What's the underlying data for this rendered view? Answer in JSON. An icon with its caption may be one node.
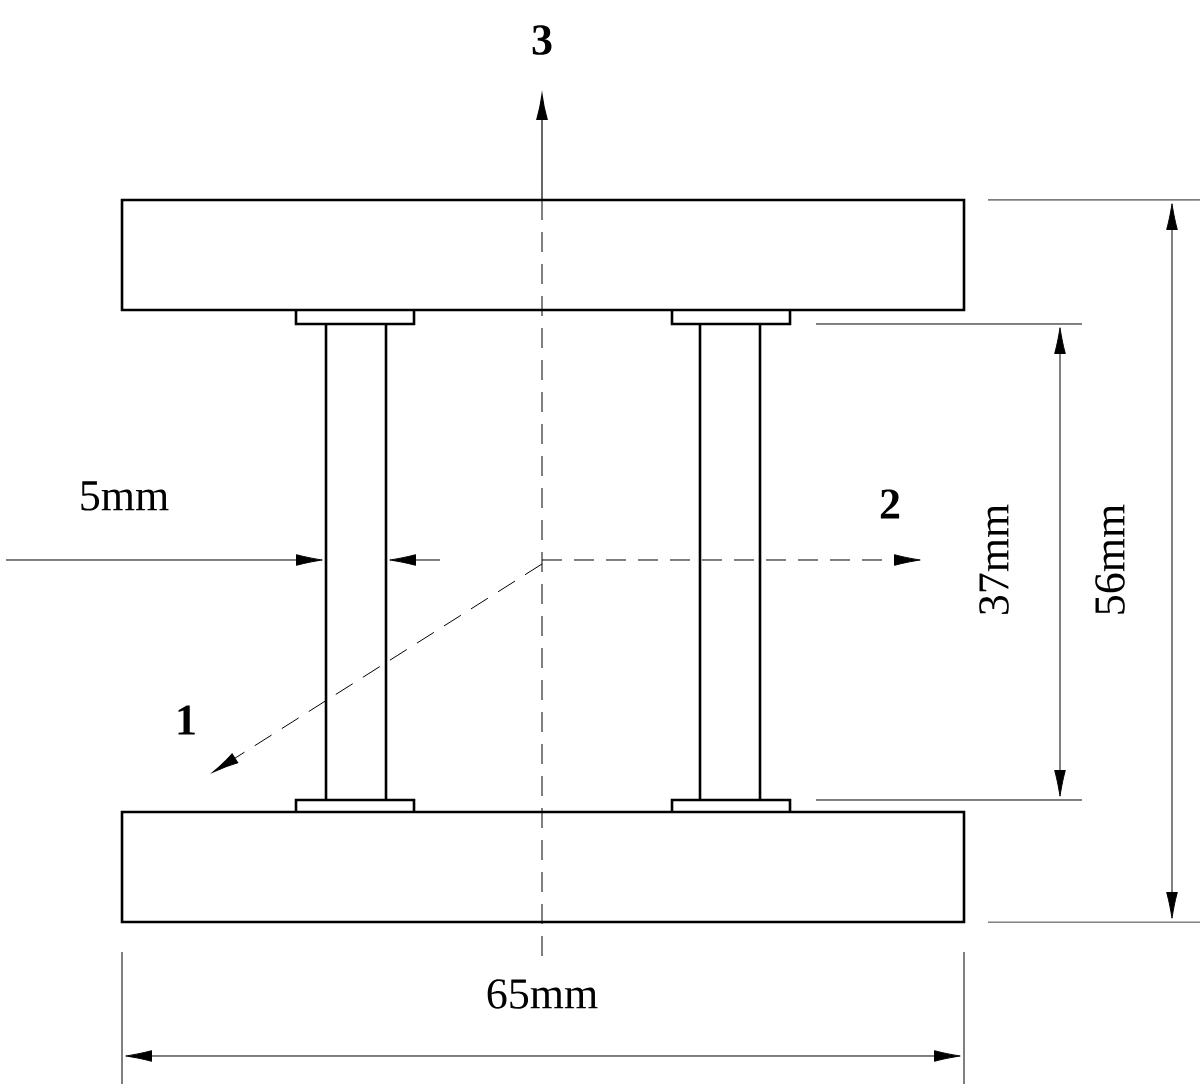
{
  "diagram": {
    "labels": [
      "3",
      "5mm",
      "2",
      "37mm",
      "56mm",
      "1",
      "65mm"
    ]
  }
}
